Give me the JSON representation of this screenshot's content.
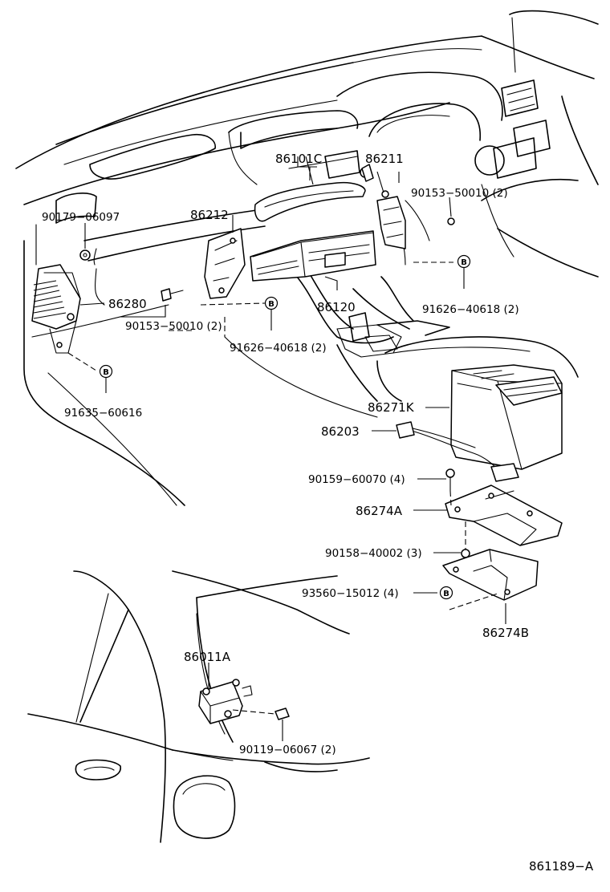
{
  "marker_letter": "B",
  "labels": {
    "p86101C": "86101C",
    "p86211": "86211",
    "p90153_50010_r": "90153−50010 (2)",
    "p90179_06097": "90179−06097",
    "p86212": "86212",
    "p91626_40618_r": "91626−40618 (2)",
    "p86280": "86280",
    "p86120": "86120",
    "p90153_50010_l": "90153−50010 (2)",
    "p91626_40618_l": "91626−40618 (2)",
    "p91635_60616": "91635−60616",
    "p86271K": "86271K",
    "p86203": "86203",
    "p90159_60070": "90159−60070 (4)",
    "p86274A": "86274A",
    "p90158_40002": "90158−40002 (3)",
    "p93560_15012": "93560−15012 (4)",
    "p86274B": "86274B",
    "p86011A": "86011A",
    "p90119_06067": "90119−06067 (2)"
  },
  "diagram_code": "861189−A"
}
